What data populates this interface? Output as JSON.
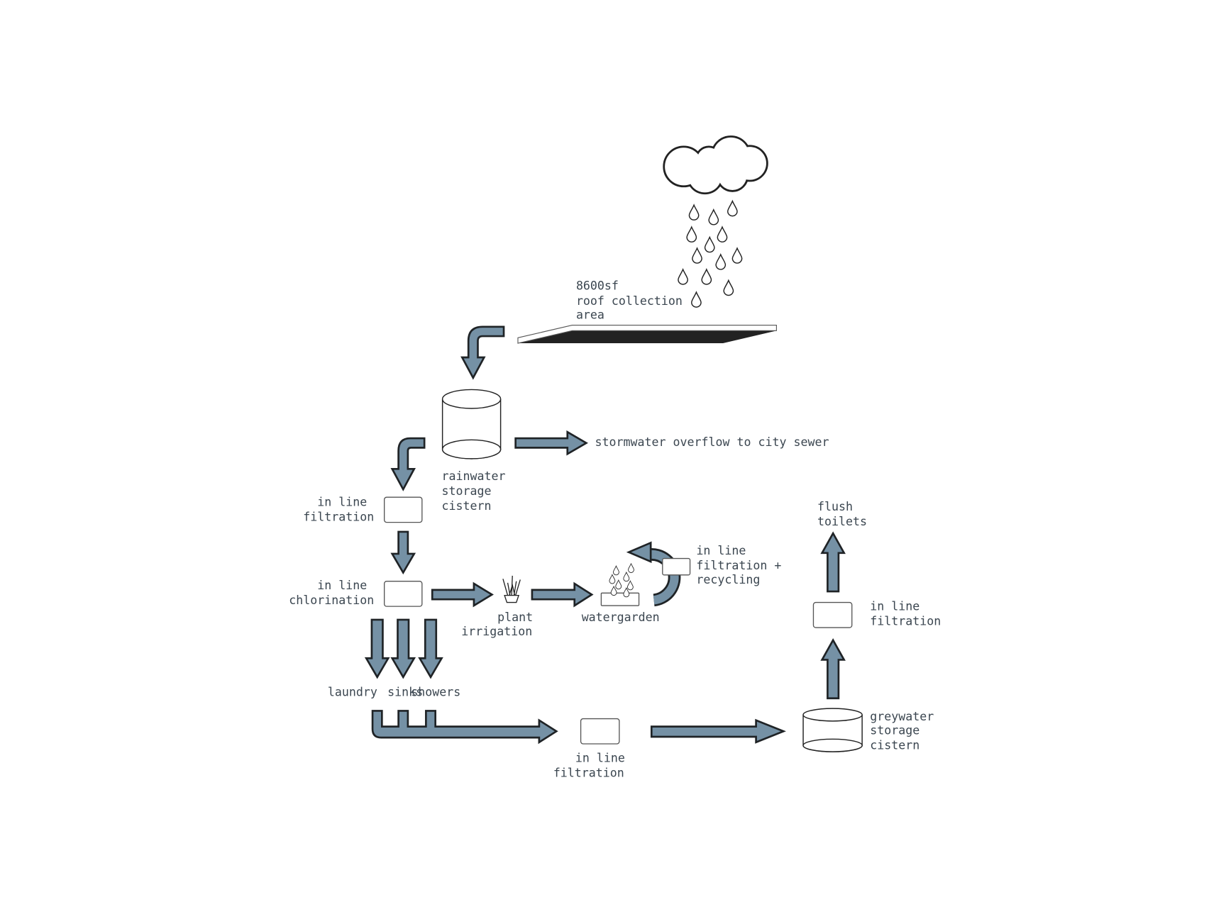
{
  "colors": {
    "arrow_fill": "#7591a5",
    "arrow_stroke": "#1f2326",
    "text": "#3b4650"
  },
  "roof": {
    "lines": [
      "8600sf",
      "roof collection",
      "area"
    ]
  },
  "rainwater_cistern": {
    "lines": [
      "rainwater",
      "storage",
      "cistern"
    ]
  },
  "overflow": {
    "label": "stormwater overflow to city sewer"
  },
  "filtration_1": {
    "lines": [
      "in line",
      "filtration"
    ]
  },
  "chlorination": {
    "lines": [
      "in line",
      "chlorination"
    ]
  },
  "plant_irrigation": {
    "lines": [
      "plant",
      "irrigation"
    ]
  },
  "watergarden": {
    "label": "watergarden"
  },
  "recycling": {
    "lines": [
      "in line",
      "filtration +",
      "recycling"
    ]
  },
  "fixtures": {
    "laundry": "laundry",
    "sinks": "sinks",
    "showers": "showers"
  },
  "filtration_2": {
    "lines": [
      "in line",
      "filtration"
    ]
  },
  "greywater_cistern": {
    "lines": [
      "greywater",
      "storage",
      "cistern"
    ]
  },
  "filtration_3": {
    "lines": [
      "in line",
      "filtration"
    ]
  },
  "flush_toilets": {
    "lines": [
      "flush",
      "toilets"
    ]
  }
}
